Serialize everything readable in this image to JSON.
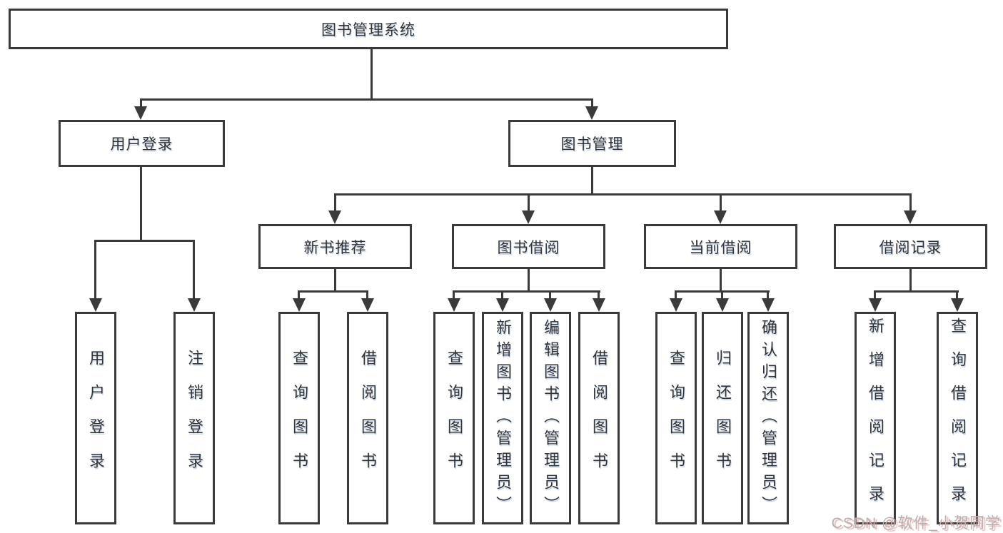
{
  "diagram": {
    "title": "图书管理系统",
    "root": "图书管理系统",
    "level2": {
      "user_login": "用户登录",
      "book_mgmt": "图书管理"
    },
    "level3": {
      "new_book": "新书推荐",
      "borrow": "图书借阅",
      "current": "当前借阅",
      "record": "借阅记录"
    },
    "leaves": {
      "user_login": [
        "用户登录",
        "注销登录"
      ],
      "new_book": [
        "查询图书",
        "借阅图书"
      ],
      "borrow": [
        "查询图书",
        "新增图书（管理员）",
        "编辑图书（管理员）",
        "借阅图书"
      ],
      "current": [
        "查询图书",
        "归还图书",
        "确认归还（管理员）"
      ],
      "record": [
        "新增借阅记录",
        "查询借阅记录"
      ]
    }
  },
  "watermark": "CSDN @软件_小贺同学",
  "colors": {
    "line": "#3a3a3a",
    "text": "#333333",
    "background": "#ffffff",
    "watermark_text": "#b3b3b3",
    "watermark_shadow": "#eb8282"
  }
}
